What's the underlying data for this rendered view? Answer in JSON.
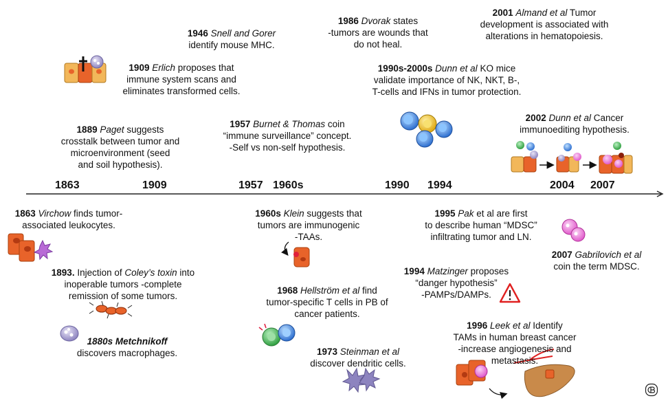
{
  "timeline": {
    "years": [
      "1863",
      "1909",
      "1957",
      "1960s",
      "1990",
      "1994",
      "2004",
      "2007"
    ]
  },
  "events_above": [
    {
      "head": "1946",
      "author": "Snell and Gorer",
      "rest": "",
      "lines": [
        "identify mouse MHC."
      ]
    },
    {
      "head": "1909",
      "author": "Erlich",
      "rest": " proposes that",
      "lines": [
        "immune system scans and",
        "eliminates transformed cells."
      ]
    },
    {
      "head": "1889",
      "author": "Paget",
      "rest": " suggests",
      "lines": [
        "crosstalk between tumor and",
        "microenvironment (seed",
        "and soil hypothesis)."
      ]
    },
    {
      "head": "1957",
      "author": "Burnet & Thomas",
      "rest": " coin",
      "lines": [
        "“immune surveillance” concept.",
        "-Self vs non-self hypothesis."
      ]
    },
    {
      "head": "1986",
      "author": "Dvorak",
      "rest": " states",
      "lines": [
        "-tumors are wounds that",
        "do not heal."
      ]
    },
    {
      "head": "2001",
      "author": "Almand et al",
      "rest": " Tumor",
      "lines": [
        "development is associated with",
        "alterations in hematopoiesis."
      ]
    },
    {
      "head": "1990s-2000s",
      "author": "Dunn et al",
      "rest": " KO mice",
      "lines": [
        "validate importance of NK, NKT, B-,",
        "T-cells and IFNs in tumor protection."
      ]
    },
    {
      "head": "2002",
      "author": "Dunn et al",
      "rest": " Cancer",
      "lines": [
        "immunoediting hypothesis."
      ]
    }
  ],
  "events_below": [
    {
      "head": "1863",
      "author": "Virchow",
      "rest": " finds tumor-",
      "lines": [
        "associated leukocytes."
      ]
    },
    {
      "head": "1893.",
      "author": "",
      "rest": " Injection of ",
      "author2": "Coley’s toxin",
      "rest2": " into",
      "lines": [
        "inoperable tumors -complete",
        "remission of some tumors."
      ]
    },
    {
      "head": "",
      "author": "1880s Metchnikoff",
      "rest": "",
      "lines": [
        "discovers macrophages."
      ]
    },
    {
      "head": "1960s",
      "author": "Klein",
      "rest": " suggests that",
      "lines": [
        "tumors are immunogenic",
        "-TAAs."
      ]
    },
    {
      "head": "1968",
      "author": "Hellström et al",
      "rest": " find",
      "lines": [
        "tumor-specific T cells in PB of",
        "cancer patients."
      ]
    },
    {
      "head": "1973",
      "author": "Steinman et al",
      "rest": "",
      "lines": [
        "discover dendritic cells."
      ]
    },
    {
      "head": "1995",
      "author": "Pak",
      "rest": " et al are first",
      "lines": [
        "to describe human “MDSC”",
        "infiltrating tumor and LN."
      ]
    },
    {
      "head": "2007",
      "author": "Gabrilovich et al",
      "rest": "",
      "lines": [
        "coin the term MDSC."
      ]
    },
    {
      "head": "1994",
      "author": "Matzinger",
      "rest": " proposes",
      "lines": [
        "“danger hypothesis”",
        "-PAMPs/DAMPs."
      ]
    },
    {
      "head": "1996",
      "author": "Leek et al",
      "rest": " Identify",
      "lines": [
        "TAMs in human breast cancer",
        "-increase angiogenesis and",
        "metastasis."
      ]
    }
  ],
  "icons": {
    "warning": "warning-triangle-icon",
    "credit": "cb-logo-icon"
  },
  "colors": {
    "tumor": "#e8632a",
    "tumor_dark": "#b33a12",
    "stroma": "#f2b75a",
    "mdsc": "#e85fd0",
    "macrophage": "#9c94c9",
    "lymph_blue": "#4a8fe0",
    "lymph_yellow": "#f4c020",
    "green": "#3fb34f",
    "warning": "#e02020"
  }
}
